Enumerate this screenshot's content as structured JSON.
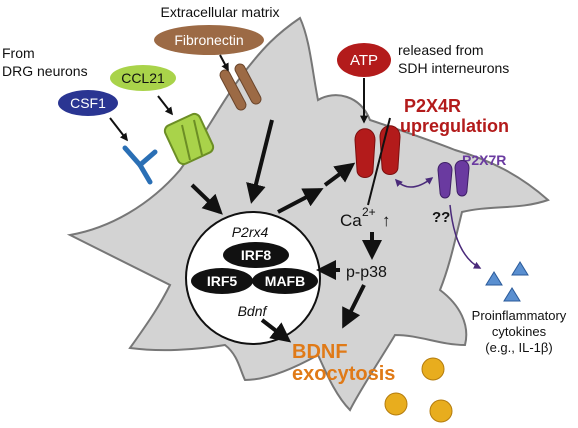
{
  "labels": {
    "extracellular_matrix": "Extracellular matrix",
    "fibronectin": "Fibronectin",
    "from_drg_line1": "From",
    "from_drg_line2": "DRG neurons",
    "ccl21": "CCL21",
    "csf1": "CSF1",
    "atp": "ATP",
    "released_line1": "released from",
    "released_line2": "SDH interneurons",
    "p2x4r_line1": "P2X4R",
    "p2x4r_line2": "upregulation",
    "p2x7r": "P2X7R",
    "p2rx4": "P2rx4",
    "irf8": "IRF8",
    "irf5": "IRF5",
    "mafb": "MAFB",
    "bdnf_gene": "Bdnf",
    "ca": "Ca",
    "ca_sup": "2+",
    "ca_arrow": "↑",
    "pp38": "p-p38",
    "qq": "??",
    "cytokines_line1": "Proinflammatory",
    "cytokines_line2": "cytokines",
    "cytokines_line3": "(e.g., IL-1β)",
    "bdnf_exo_line1": "BDNF",
    "bdnf_exo_line2": "exocytosis"
  },
  "colors": {
    "cell": "#d3d3d3",
    "fibronectin": "#9c6a45",
    "ccl21": "#a9d34a",
    "csf1": "#2a3592",
    "atp": "#b31b1b",
    "p2x4r": "#b31b1b",
    "p2x7r": "#6a3aa0",
    "bdnf": "#e07a17",
    "triangle": "#5a8fd0",
    "vesicle": "#e8ad1e"
  }
}
